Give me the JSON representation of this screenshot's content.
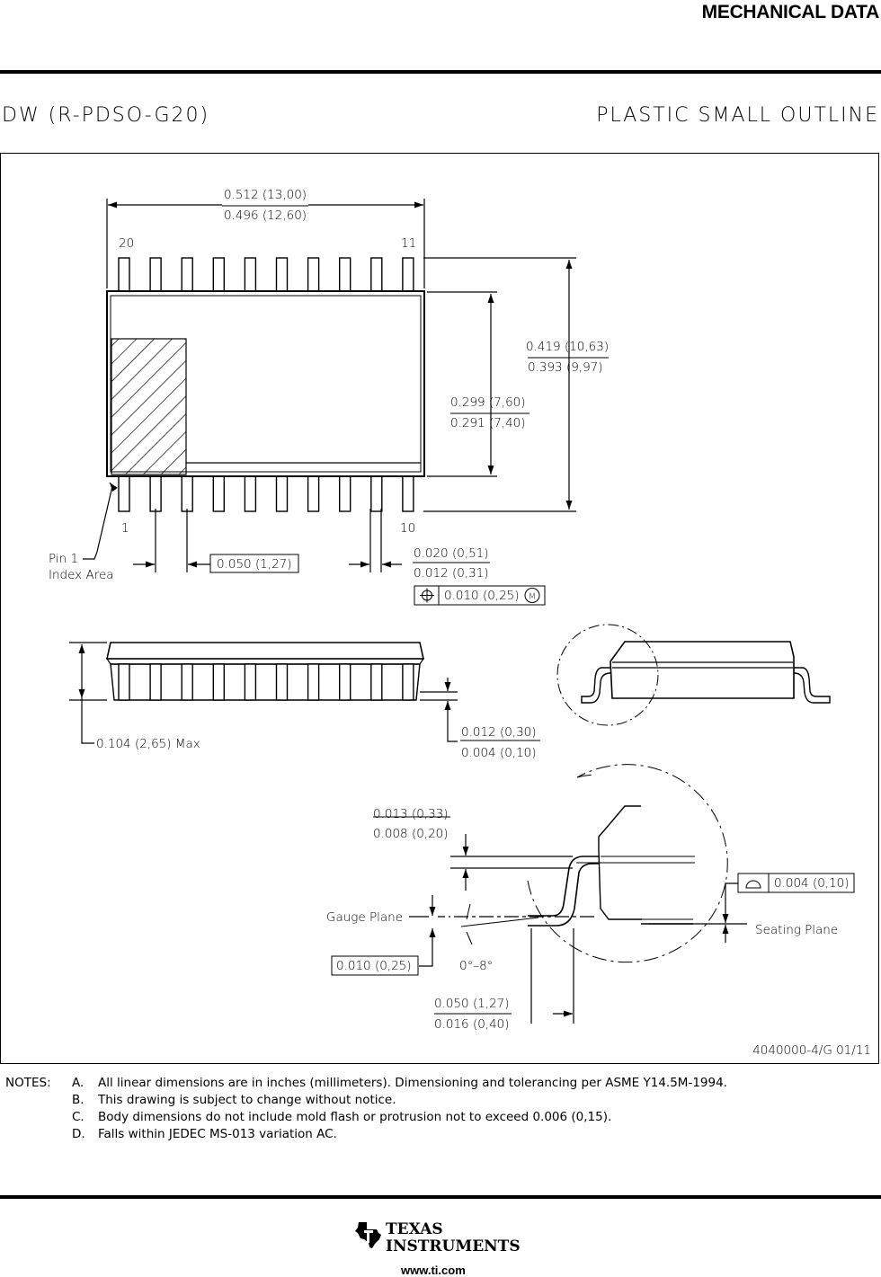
{
  "header": {
    "title": "MECHANICAL DATA"
  },
  "package": {
    "code": "DW (R-PDSO-G20)",
    "type": "PLASTIC SMALL OUTLINE"
  },
  "drawing": {
    "length_max": "0.512 (13,00)",
    "length_min": "0.496 (12,60)",
    "pin_20": "20",
    "pin_11": "11",
    "pin_1": "1",
    "pin_10": "10",
    "overall_width_max": "0.419 (10,63)",
    "overall_width_min": "0.393 (9,97)",
    "body_width_max": "0.299 (7,60)",
    "body_width_min": "0.291 (7,40)",
    "pin1_line1": "Pin 1",
    "pin1_line2": "Index Area",
    "pitch": "0.050 (1,27)",
    "lead_width_max": "0.020 (0,51)",
    "lead_width_min": "0.012 (0,31)",
    "position_tol": "0.010 (0,25)",
    "position_mod": "M",
    "height_max": "0.104 (2,65) Max",
    "standoff_max": "0.012 (0,30)",
    "standoff_min": "0.004 (0,10)",
    "thickness_max": "0.013 (0,33)",
    "thickness_min": "0.008 (0,20)",
    "gauge_plane": "Gauge Plane",
    "gauge_value": "0.010 (0,25)",
    "angle": "0°–8°",
    "flatness": "0.004 (0,10)",
    "seating_plane": "Seating Plane",
    "foot_max": "0.050 (1,27)",
    "foot_min": "0.016 (0,40)",
    "drawing_number": "4040000-4/G 01/11"
  },
  "notes": {
    "label": "NOTES:",
    "items": [
      {
        "key": "A.",
        "text": "All linear dimensions are in inches (millimeters). Dimensioning and tolerancing per ASME Y14.5M-1994."
      },
      {
        "key": "B.",
        "text": "This drawing is subject to change without notice."
      },
      {
        "key": "C.",
        "text": "Body dimensions do not include mold flash or protrusion not to exceed 0.006 (0,15)."
      },
      {
        "key": "D.",
        "text": "Falls within JEDEC MS-013 variation AC."
      }
    ]
  },
  "footer": {
    "brand_line1": "TEXAS",
    "brand_line2": "INSTRUMENTS",
    "url": "www.ti.com"
  }
}
